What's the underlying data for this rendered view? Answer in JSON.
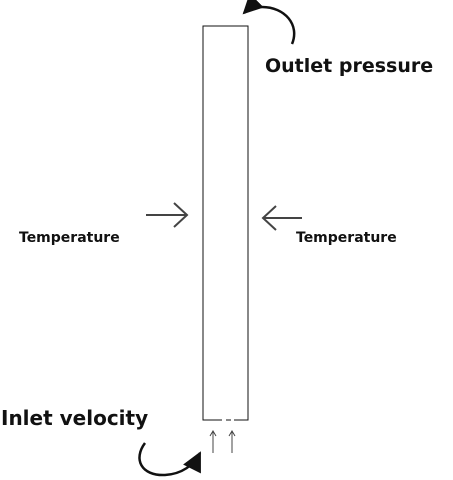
{
  "labels": {
    "outlet": "Outlet pressure",
    "temperature_left": "Temperature",
    "temperature_right": "Temperature",
    "inlet": "Inlet velocity"
  },
  "colors": {
    "line": "#111111",
    "arrow": "#444444",
    "background": "#ffffff"
  }
}
